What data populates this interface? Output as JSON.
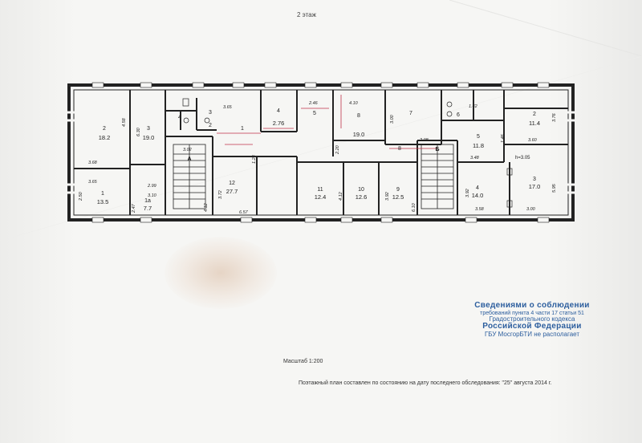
{
  "floor_title": "2 этаж",
  "scale": "Масштаб 1:200",
  "footer_text": "Поэтажный план составлен по состоянию на дату последнего обследования: \"25\" августа 2014 г.",
  "note_lines": [
    "Сведениями о соблюдении",
    "требований пункта 4 части 17 статьи 51",
    "Градостроительного кодекса",
    "Российской Федерации",
    "ГБУ МосгорБТИ не располагает"
  ],
  "plan": {
    "room_numbers": [
      "2",
      "3",
      "1",
      "1а",
      "4",
      "3",
      "2",
      "1",
      "12",
      "4",
      "5",
      "8",
      "7",
      "6",
      "8",
      "11",
      "10",
      "9",
      "5",
      "2",
      "4",
      "3",
      "А",
      "Б"
    ],
    "areas": [
      "18.2",
      "19.0",
      "13.5",
      "7.7",
      "27.7",
      "2.76",
      "19.0",
      "12.4",
      "12.6",
      "12.5",
      "11.8",
      "11.4",
      "14.0",
      "17.0"
    ],
    "dimensions": [
      "4.58",
      "6.30",
      "3.68",
      "3.65",
      "2.99",
      "3.10",
      "2.50",
      "2.47",
      "3.02",
      "4.12",
      "3.65",
      "1.28",
      "3.72",
      "6.57",
      "2.46",
      "4.10",
      "3.00",
      "2.20",
      "4.12",
      "3.92",
      "1.42",
      "2.98",
      "6.10",
      "3.48",
      "3.60",
      "3.76",
      "1.46",
      "3.92",
      "3.58",
      "5.95",
      "3.00"
    ],
    "ceiling_height": "h=3.05"
  },
  "colors": {
    "note_blue": "#2c5e9e",
    "wall": "#222222",
    "red_mark": "#c0314a"
  }
}
